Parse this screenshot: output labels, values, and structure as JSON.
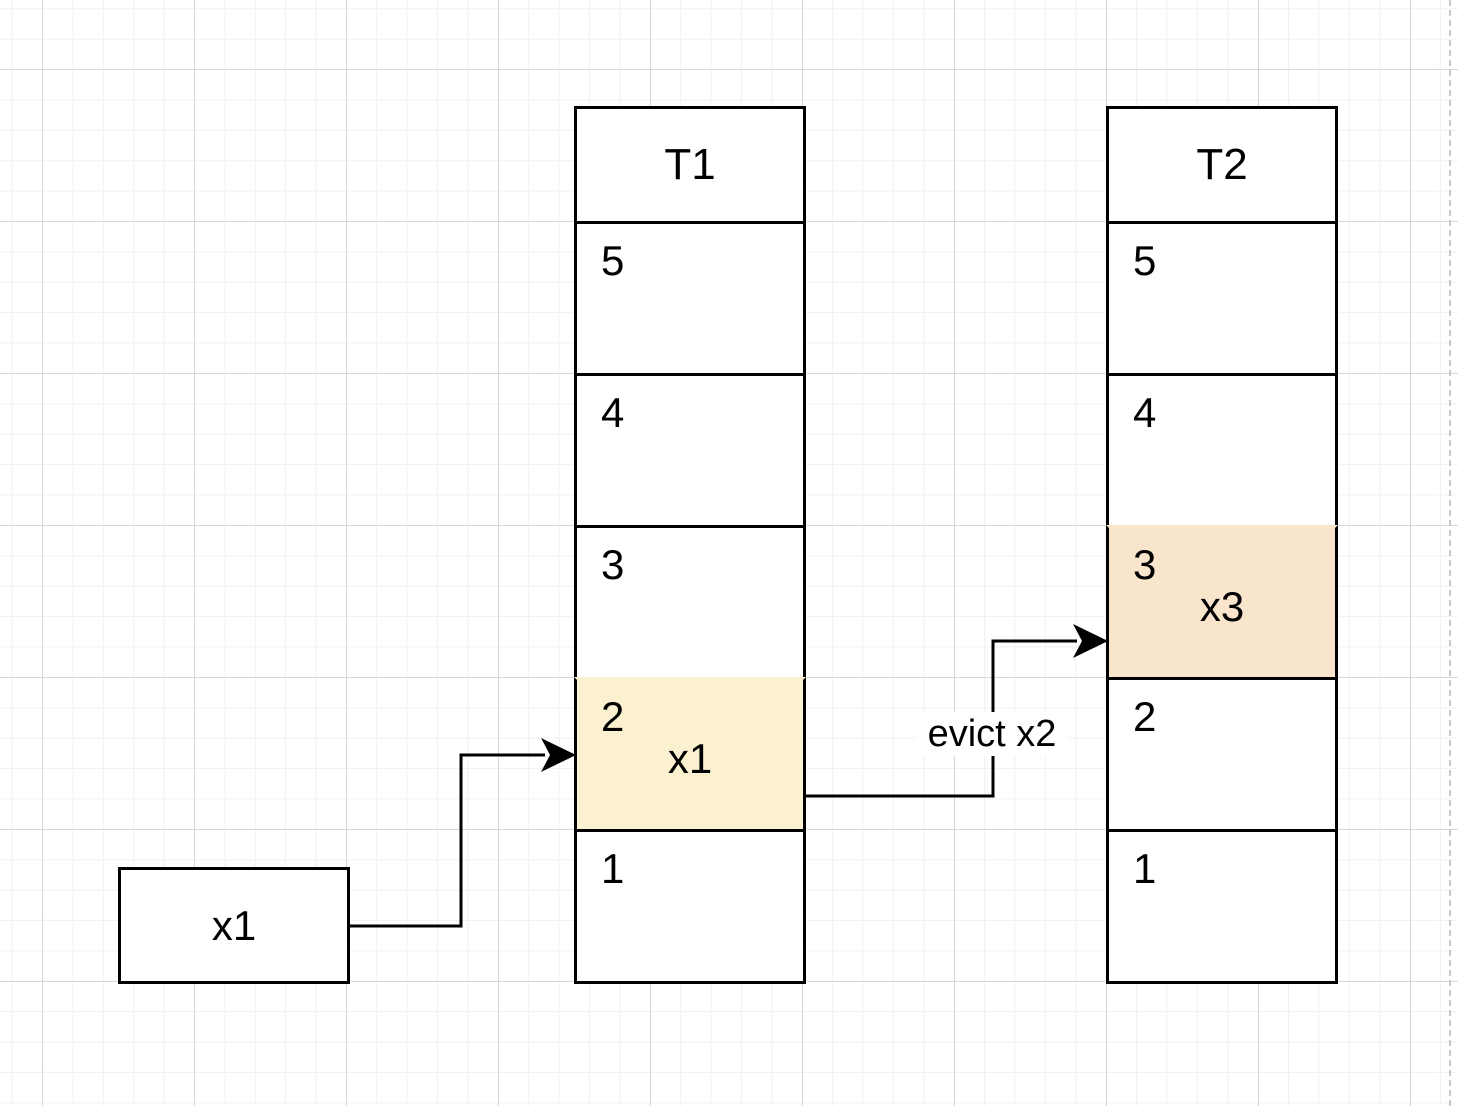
{
  "tables": [
    {
      "title": "T1",
      "slots": [
        {
          "num": "5",
          "value": ""
        },
        {
          "num": "4",
          "value": ""
        },
        {
          "num": "3",
          "value": ""
        },
        {
          "num": "2",
          "value": "x1"
        },
        {
          "num": "1",
          "value": ""
        }
      ]
    },
    {
      "title": "T2",
      "slots": [
        {
          "num": "5",
          "value": ""
        },
        {
          "num": "4",
          "value": ""
        },
        {
          "num": "3",
          "value": "x3"
        },
        {
          "num": "2",
          "value": ""
        },
        {
          "num": "1",
          "value": ""
        }
      ]
    }
  ],
  "input": {
    "label": "x1"
  },
  "evict_edge": {
    "label": "evict x2"
  },
  "colors": {
    "highlight_yellow": "#fbf1d1",
    "highlight_peach": "#f9e4cc",
    "stroke": "#000000",
    "grid": "#d9d9d9"
  }
}
